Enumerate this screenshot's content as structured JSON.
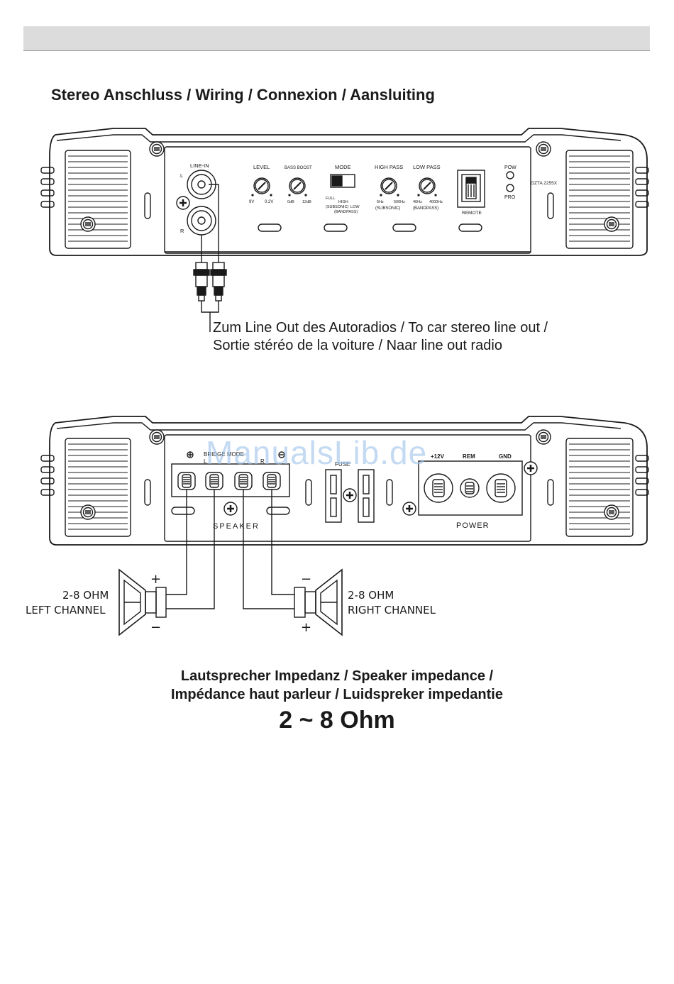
{
  "header_band": "",
  "section_title": "Stereo Anschluss / Wiring / Connexion / Aansluiting",
  "amp_top": {
    "line_in": "LINE-IN",
    "l": "L",
    "r": "R",
    "level": "LEVEL",
    "level_min": "9V",
    "level_max": "0.2V",
    "bass_boost": "BASS BOOST",
    "bass_min": "0dB",
    "bass_max": "12dB",
    "mode": "MODE",
    "mode_full": "FULL",
    "mode_high": "HIGH",
    "mode_sub": "(SUBSONIC)",
    "mode_low": "LOW",
    "mode_band": "(BANDPASS)",
    "high_pass": "HIGH PASS",
    "hp_min": "5Hz",
    "hp_max": "500Hz",
    "hp_sub": "(SUBSONIC)",
    "low_pass": "LOW PASS",
    "lp_min": "40Hz",
    "lp_max": "4000Hz",
    "lp_sub": "(BANDPASS)",
    "remote": "REMOTE",
    "pow": "POW",
    "pro": "PRO",
    "model": "GZTA 2255X"
  },
  "caption_lines": [
    "Zum Line Out des Autoradios / To car stereo line out /",
    "Sortie stéréo de la voiture / Naar line out radio"
  ],
  "amp_bottom": {
    "bridge_mode": "BRIDGE MODE",
    "l": "L",
    "r": "R",
    "speaker": "SPEAKER",
    "fuse": "FUSE",
    "plus12v": "+12V",
    "rem": "REM",
    "gnd": "GND",
    "power": "POWER"
  },
  "watermark": "ManualsLib.de",
  "left_speaker": {
    "ohm": "2-8 OHM",
    "channel": "LEFT CHANNEL",
    "plus": "+",
    "minus": "−"
  },
  "right_speaker": {
    "ohm": "2-8 OHM",
    "channel": "RIGHT CHANNEL",
    "plus": "+",
    "minus": "−"
  },
  "impedance_lines": [
    "Lautsprecher Impedanz / Speaker impedance /",
    "Impédance haut parleur / Luidspreker impedantie"
  ],
  "impedance_value": "2 ~ 8 Ohm"
}
